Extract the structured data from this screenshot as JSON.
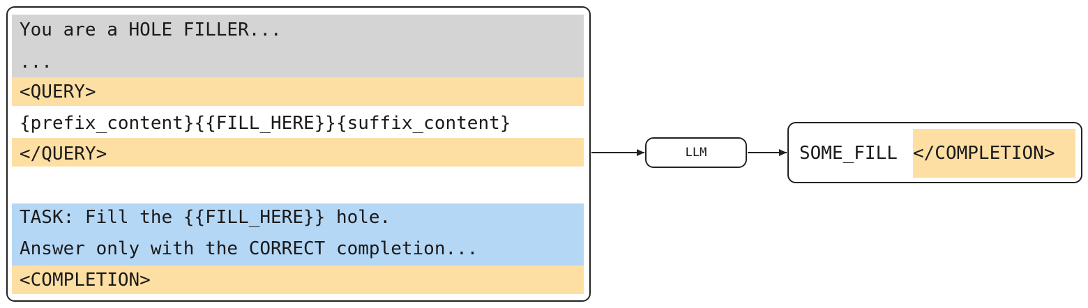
{
  "prompt": {
    "system_line_1": "You are a HOLE FILLER...",
    "system_line_2": "...",
    "query_open": "<QUERY>",
    "query_body": "{prefix_content}{{FILL_HERE}}{suffix_content}",
    "query_close": "</QUERY>",
    "task_line_1": "TASK: Fill the {{FILL_HERE}} hole.",
    "task_line_2": "Answer only with the CORRECT completion...",
    "completion_open": "<COMPLETION>"
  },
  "model": {
    "label": "LLM"
  },
  "output": {
    "fill_text": "SOME_FILL",
    "completion_close": "</COMPLETION>"
  },
  "colors": {
    "system_band": "#d4d4d4",
    "tag_band": "#fddfa4",
    "task_band": "#b5d7f6",
    "border": "#222222"
  }
}
